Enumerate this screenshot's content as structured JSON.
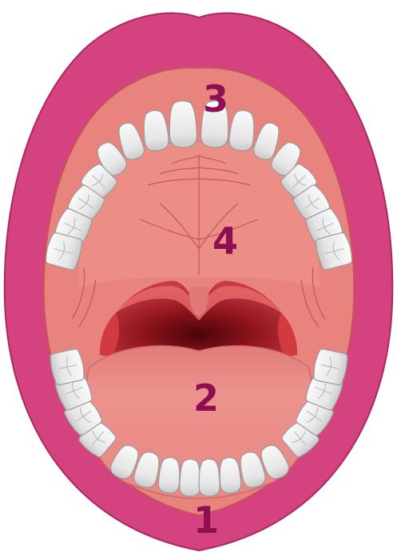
{
  "labels": [
    {
      "id": "lips",
      "text": "1"
    },
    {
      "id": "tongue",
      "text": "2"
    },
    {
      "id": "teeth",
      "text": "3"
    },
    {
      "id": "palate",
      "text": "4"
    }
  ],
  "colors": {
    "lips": "#d4427f",
    "lips_edge": "#a82a60",
    "mouth": "#e8837e",
    "mouth_edge": "#c2545a",
    "palate": "#ed8e86",
    "throat_dark": "#7a0b19",
    "throat_mid": "#b3232f",
    "uvula": "#d86d6e",
    "tongue": "#e88b87",
    "tooth": "#ededed",
    "tooth_edge": "#9a9a9a",
    "label": "#8e0e52"
  }
}
